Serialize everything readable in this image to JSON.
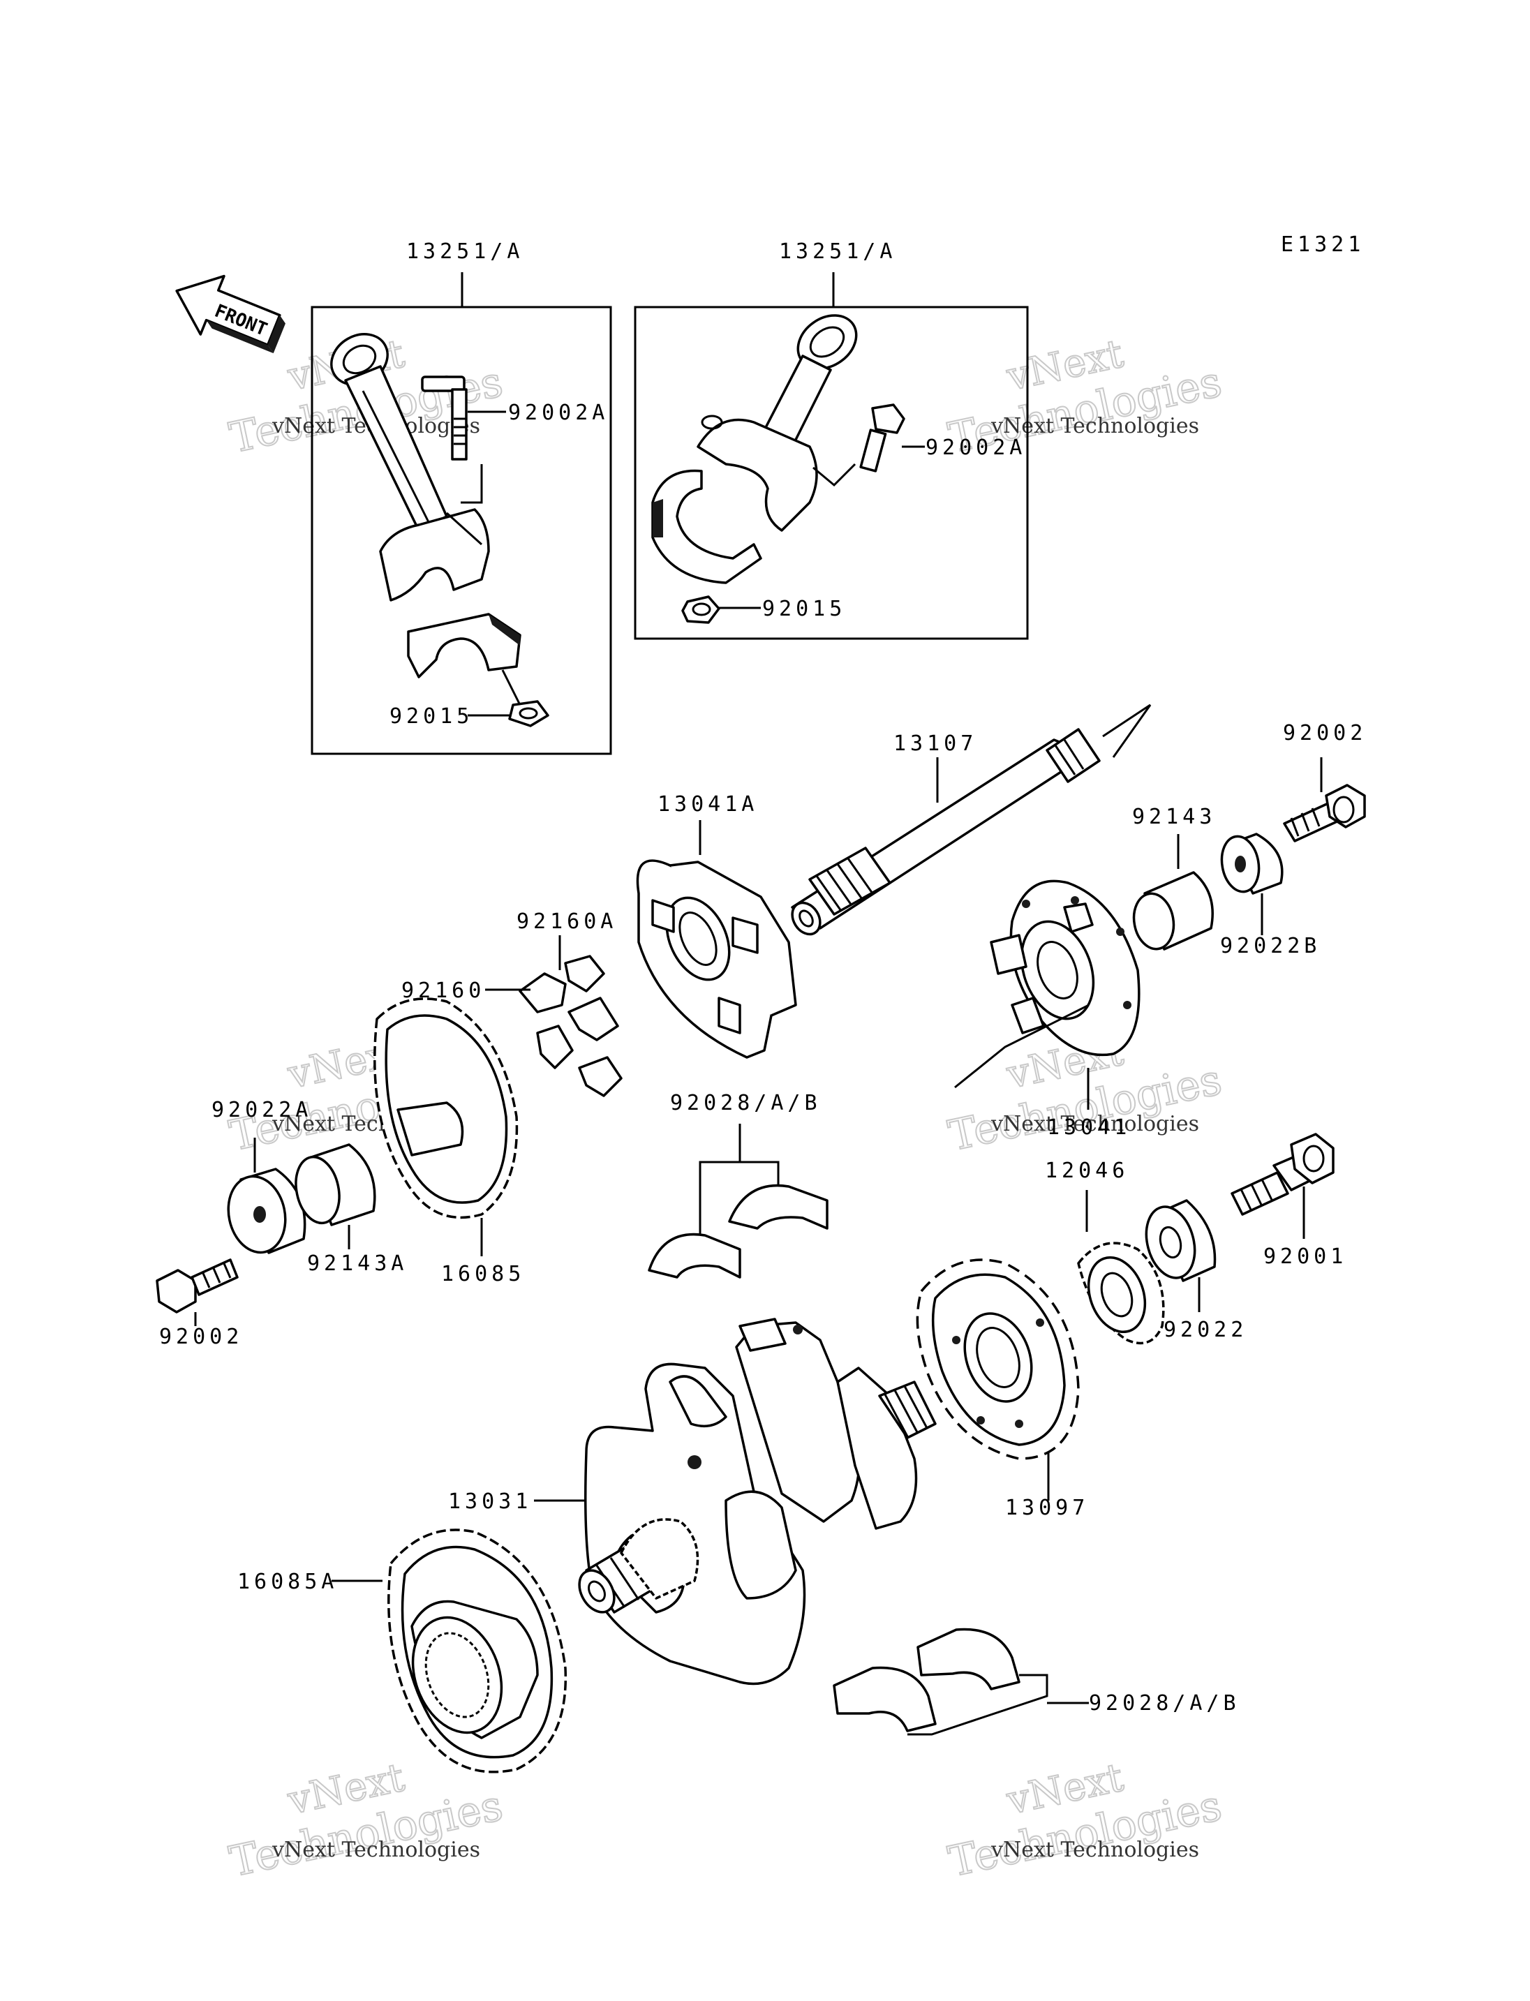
{
  "diagram": {
    "code": "E1321",
    "front_label": "FRONT",
    "watermark": {
      "line1": "vNext",
      "line2": "Technologies",
      "caption": "vNext Technologies"
    },
    "labels": {
      "rod_a_box": "13251/A",
      "rod_b_box": "13251/A",
      "bolt_a": "92002A",
      "bolt_b": "92002A",
      "nut_a": "92015",
      "nut_b": "92015",
      "shaft": "13107",
      "hub_a": "13041A",
      "hub": "13041",
      "bolt_right": "92002",
      "collar_right": "92143",
      "washer_right": "92022B",
      "damper_a": "92160A",
      "damper": "92160",
      "washer_left": "92022A",
      "collar_left": "92143A",
      "gear_left": "16085",
      "bolt_left": "92002",
      "bearing_top": "92028/A/B",
      "gear_small": "12046",
      "bolt_crank": "92001",
      "washer_crank": "92022",
      "crankshaft": "13031",
      "sprocket": "13097",
      "gear_big": "16085A",
      "bearing_bottom": "92028/A/B"
    }
  }
}
